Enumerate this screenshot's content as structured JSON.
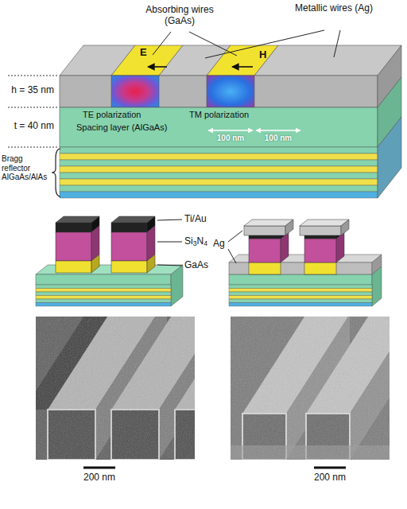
{
  "diagram": {
    "labels": [
      "Absorbing wires (GaAs)",
      "Metallic wires (Ag)",
      "E",
      "H",
      "h = 35 nm",
      "t = 40 nm",
      "TE polarization",
      "TM polarization",
      "Spacing layer (AlGaAs)",
      "100 nm",
      "100 nm",
      "Bragg reflector AlGaAs/AlAs",
      "Ti/Au",
      "Si3N4",
      "GaAs",
      "Ag",
      "200 nm",
      "200 nm"
    ]
  }
}
